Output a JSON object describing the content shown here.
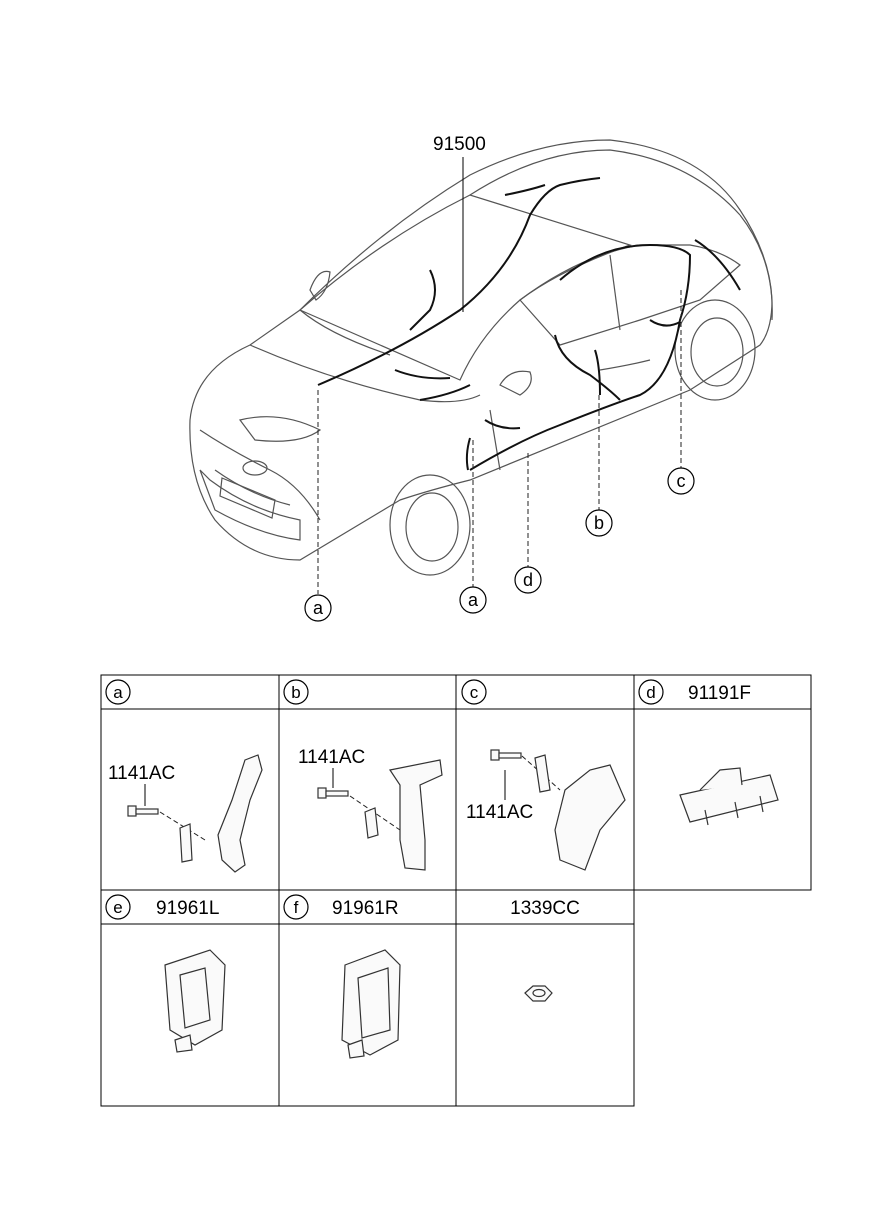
{
  "main_part": {
    "number": "91500"
  },
  "car_callouts": [
    {
      "letter": "a"
    },
    {
      "letter": "a"
    },
    {
      "letter": "b"
    },
    {
      "letter": "c"
    },
    {
      "letter": "d"
    }
  ],
  "cells": {
    "a": {
      "letter": "a",
      "header_part": "",
      "parts": [
        "1141AC"
      ]
    },
    "b": {
      "letter": "b",
      "header_part": "",
      "parts": [
        "1141AC"
      ]
    },
    "c": {
      "letter": "c",
      "header_part": "",
      "parts": [
        "1141AC"
      ]
    },
    "d": {
      "letter": "d",
      "header_part": "91191F",
      "parts": []
    },
    "e": {
      "letter": "e",
      "header_part": "91961L",
      "parts": []
    },
    "f": {
      "letter": "f",
      "header_part": "91961R",
      "parts": []
    },
    "g": {
      "letter": "",
      "header_part": "1339CC",
      "parts": []
    }
  }
}
